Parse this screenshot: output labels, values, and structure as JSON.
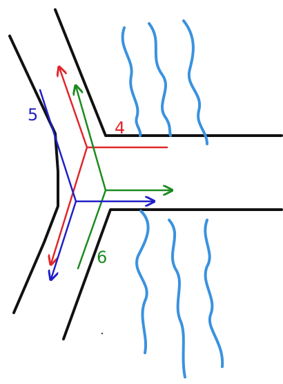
{
  "labels": {
    "red": "4",
    "blue": "5",
    "green": "6"
  },
  "colors": {
    "outline": "#111111",
    "red": "#e0262b",
    "blue": "#1f1fc8",
    "green": "#1b8a1f",
    "wave": "#3a92de"
  }
}
